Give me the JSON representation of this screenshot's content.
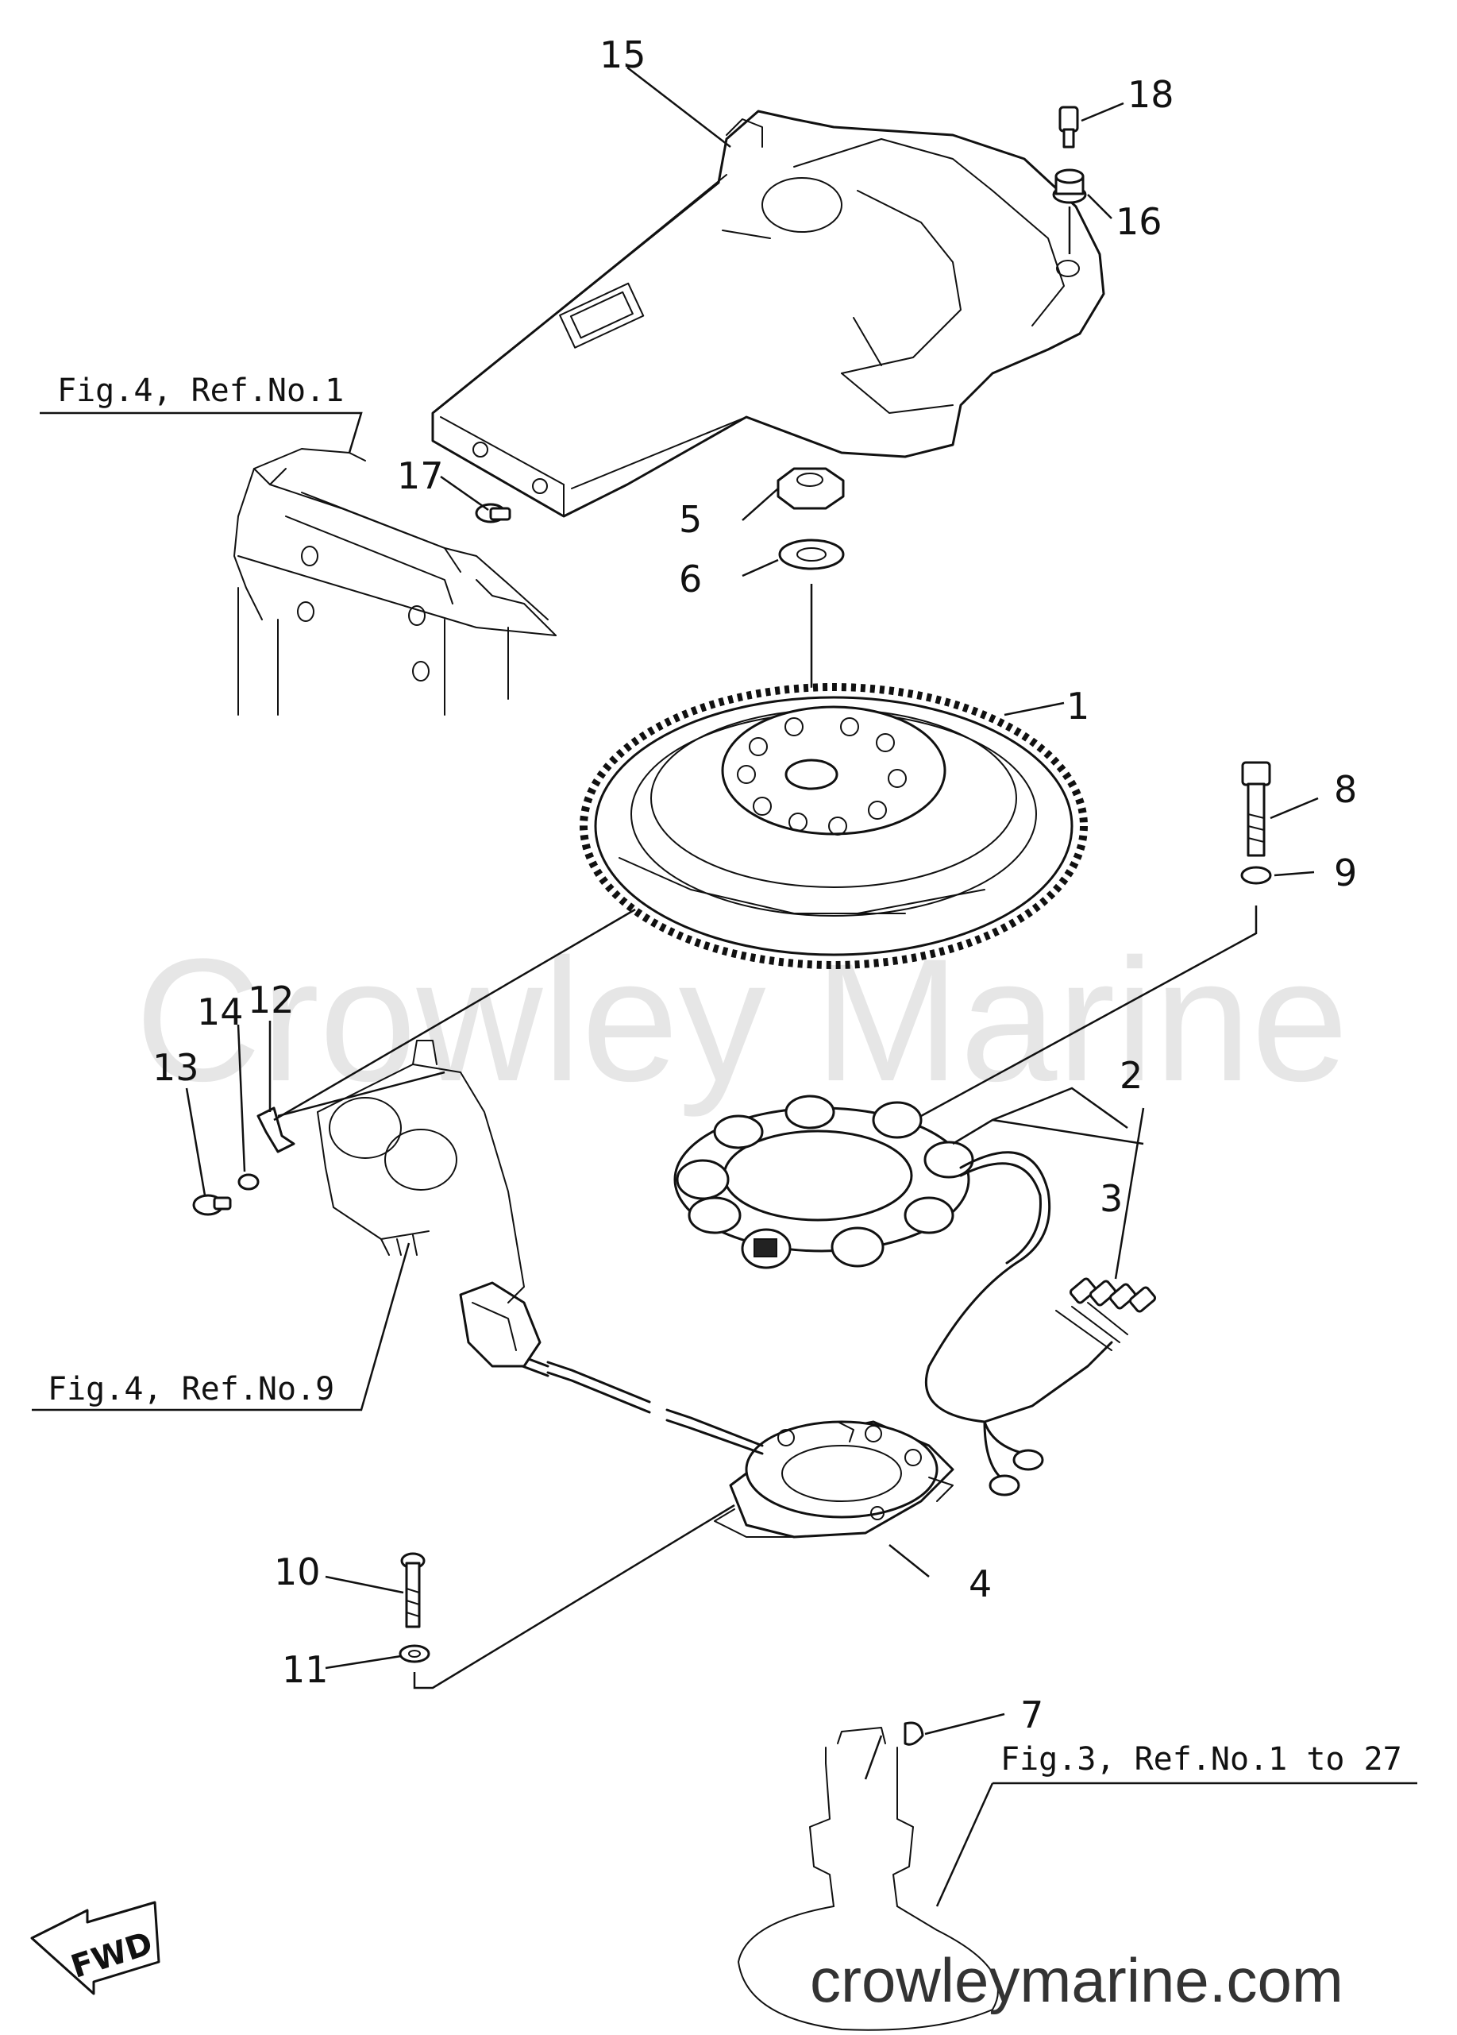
{
  "callouts": [
    "1",
    "2",
    "3",
    "4",
    "5",
    "6",
    "7",
    "8",
    "9",
    "10",
    "11",
    "12",
    "13",
    "14",
    "15",
    "16",
    "17",
    "18"
  ],
  "references": {
    "fig4_ref1": "Fig.4, Ref.No.1",
    "fig4_ref9": "Fig.4, Ref.No.9",
    "fig3_ref1_27": "Fig.3, Ref.No.1 to 27"
  },
  "watermark": {
    "center": "Crowley Marine",
    "footer": "crowleymarine.com"
  },
  "direction_arrow": "FWD",
  "colors": {
    "ink": "#111111",
    "watermark": "#e6e6e6",
    "background": "#ffffff"
  }
}
